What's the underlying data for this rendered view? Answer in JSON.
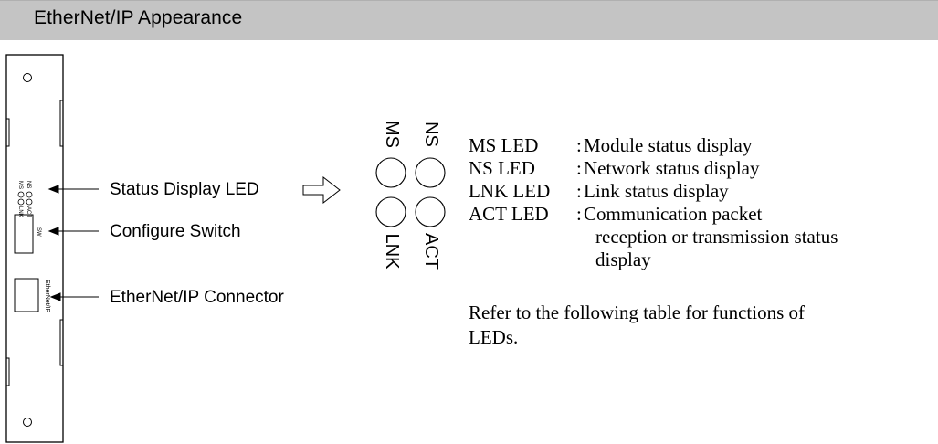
{
  "header": {
    "title": "EtherNet/IP Appearance"
  },
  "module": {
    "led_labels_small": [
      "NS",
      "ACT",
      "MS",
      "LNK"
    ],
    "switch_label": "SW",
    "connector_label": "EtherNet/IP"
  },
  "callouts": {
    "status_display_led": "Status Display LED",
    "configure_switch": "Configure Switch",
    "connector": "EtherNet/IP Connector"
  },
  "leds": {
    "ms": "MS",
    "ns": "NS",
    "lnk": "LNK",
    "act": "ACT"
  },
  "legend": {
    "items": [
      {
        "term": "MS LED",
        "sep": ":",
        "desc": "Module status display"
      },
      {
        "term": "NS LED",
        "sep": ":",
        "desc": "Network status display"
      },
      {
        "term": "LNK LED",
        "sep": ":",
        "desc": "Link status display"
      },
      {
        "term": "ACT LED",
        "sep": ":",
        "desc": "Communication packet",
        "desc_cont": [
          "reception or transmission status",
          "display"
        ]
      }
    ]
  },
  "note": {
    "line1": "Refer to the following table for functions of",
    "line2": "LEDs."
  }
}
